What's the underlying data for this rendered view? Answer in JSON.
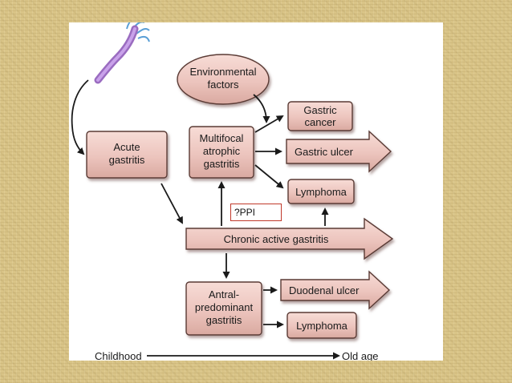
{
  "nodes": {
    "environmental": [
      "Environmental",
      "factors"
    ],
    "acute": [
      "Acute",
      "gastritis"
    ],
    "multifocal": [
      "Multifocal",
      "atrophic",
      "gastritis"
    ],
    "gastric_cancer": [
      "Gastric",
      "cancer"
    ],
    "gastric_ulcer": "Gastric ulcer",
    "lymphoma_top": "Lymphoma",
    "ppi_note": "?PPI",
    "chronic_active": "Chronic active gastritis",
    "antral": [
      "Antral-",
      "predominant",
      "gastritis"
    ],
    "duodenal_ulcer": "Duodenal ulcer",
    "lymphoma_bottom": "Lymphoma"
  },
  "timeline": {
    "start": "Childhood",
    "end": "Old age"
  },
  "colors": {
    "box_fill": "#ecc4bd",
    "box_stroke": "#5a3a34",
    "arrow": "#1a1a1a",
    "bacterium_body": "#b48ad8",
    "flagella": "#5a9fd6",
    "ppi_border": "#c0392b"
  },
  "icons": {
    "bacterium": "h-pylori-bacterium-icon"
  }
}
